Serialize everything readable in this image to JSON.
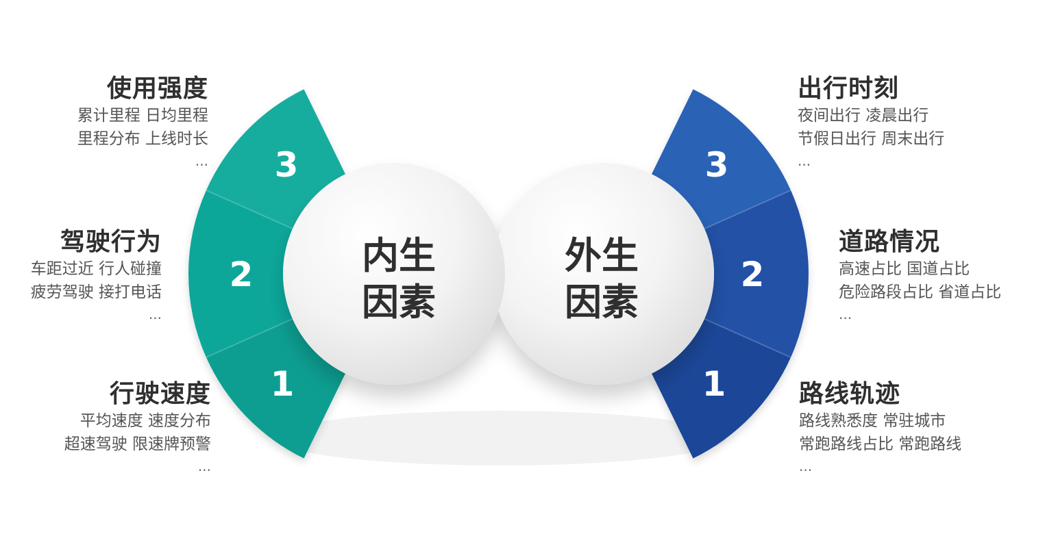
{
  "left": {
    "center_label": [
      "内生",
      "因素"
    ],
    "color_dark": "#0a9b8e",
    "color_light": "#1cb8aa",
    "segments": [
      {
        "number": "3",
        "title": "使用强度",
        "lines": [
          "累计里程 日均里程",
          "里程分布 上线时长"
        ],
        "ellipsis": "..."
      },
      {
        "number": "2",
        "title": "驾驶行为",
        "lines": [
          "车距过近 行人碰撞",
          "疲劳驾驶 接打电话"
        ],
        "ellipsis": "..."
      },
      {
        "number": "1",
        "title": "行驶速度",
        "lines": [
          "平均速度 速度分布",
          "超速驾驶 限速牌预警"
        ],
        "ellipsis": "..."
      }
    ]
  },
  "right": {
    "center_label": [
      "外生",
      "因素"
    ],
    "color_dark": "#1e4a9c",
    "color_light": "#2a63b8",
    "segments": [
      {
        "number": "3",
        "title": "出行时刻",
        "lines": [
          "夜间出行 凌晨出行",
          "节假日出行 周末出行"
        ],
        "ellipsis": "..."
      },
      {
        "number": "2",
        "title": "道路情况",
        "lines": [
          "高速占比 国道占比",
          "危险路段占比 省道占比"
        ],
        "ellipsis": "..."
      },
      {
        "number": "1",
        "title": "路线轨迹",
        "lines": [
          "路线熟悉度 常驻城市",
          "常跑路线占比 常跑路线"
        ],
        "ellipsis": "..."
      }
    ]
  }
}
